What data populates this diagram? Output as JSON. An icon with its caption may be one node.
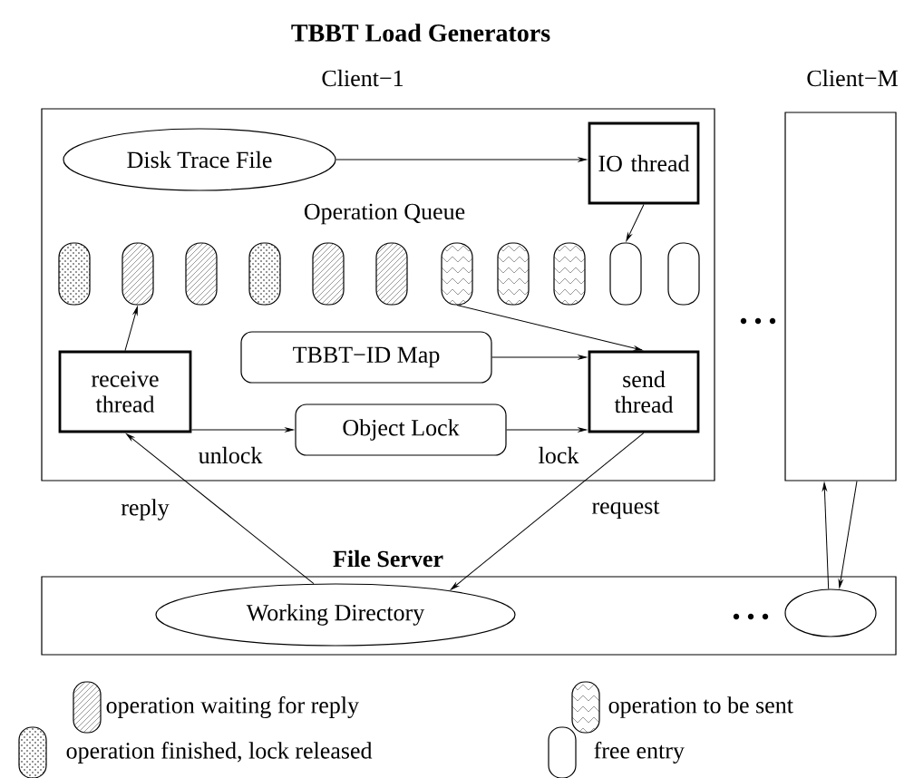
{
  "diagram": {
    "title": "TBBT Load Generators",
    "nodes": [
      {
        "text": [
          "Client−1"
        ]
      },
      {
        "text": [
          "Disk Trace File"
        ],
        "in": 0
      },
      {
        "text": [
          "IO thread"
        ],
        "in": 0
      },
      {
        "text": [],
        "shape": "box",
        "in": 0
      },
      {
        "text": [],
        "shape": "box",
        "in": 0
      },
      {
        "text": [],
        "shape": "box",
        "in": 0
      },
      {
        "text": [],
        "shape": "box",
        "in": 0
      },
      {
        "text": [],
        "shape": "box",
        "in": 0
      },
      {
        "text": [],
        "shape": "box",
        "in": 0
      },
      {
        "text": [],
        "shape": "box",
        "in": 0
      },
      {
        "text": [],
        "shape": "box",
        "in": 0
      },
      {
        "text": [],
        "shape": "box",
        "in": 0
      },
      {
        "text": [],
        "shape": "box",
        "in": 0
      },
      {
        "text": [],
        "shape": "box",
        "in": 0
      },
      {
        "text": [
          "receive thread"
        ],
        "in": 0
      },
      {
        "text": [
          "TBBT−ID Map"
        ],
        "in": 0
      },
      {
        "text": [
          "send thread"
        ],
        "in": 0
      },
      {
        "text": [
          "Object Lock"
        ],
        "in": 0
      },
      {
        "text": [
          "Client−M"
        ]
      },
      {
        "text": [
          "File Server"
        ]
      },
      {
        "text": [
          "Working Directory"
        ],
        "in": 19
      },
      {
        "text": [],
        "shape": "ellipse",
        "in": 19
      }
    ],
    "edges": [
      {
        "from": 1,
        "to": 2,
        "arrow": "to"
      },
      {
        "from": 2,
        "to": 12,
        "arrow": "to"
      },
      {
        "from": 14,
        "to": 4,
        "arrow": "to"
      },
      {
        "from": 9,
        "to": 16,
        "arrow": "to"
      },
      {
        "from": 15,
        "to": 16,
        "arrow": "to"
      },
      {
        "from": 14,
        "to": 17,
        "arrow": "to",
        "label": "unlock"
      },
      {
        "from": 17,
        "to": 16,
        "arrow": "to",
        "label": "lock"
      },
      {
        "from": 20,
        "to": 14,
        "arrow": "to",
        "label": "reply"
      },
      {
        "from": 16,
        "to": 20,
        "arrow": "to",
        "label": "request"
      },
      {
        "from": 21,
        "to": 18,
        "arrow": "to"
      },
      {
        "from": 18,
        "to": 21,
        "arrow": "to"
      }
    ],
    "labels": [
      "Operation Queue"
    ],
    "legend": [
      {
        "text": "operation waiting for reply"
      },
      {
        "text": "operation to be sent"
      },
      {
        "text": "operation finished, lock released"
      },
      {
        "text": "free entry"
      }
    ]
  }
}
